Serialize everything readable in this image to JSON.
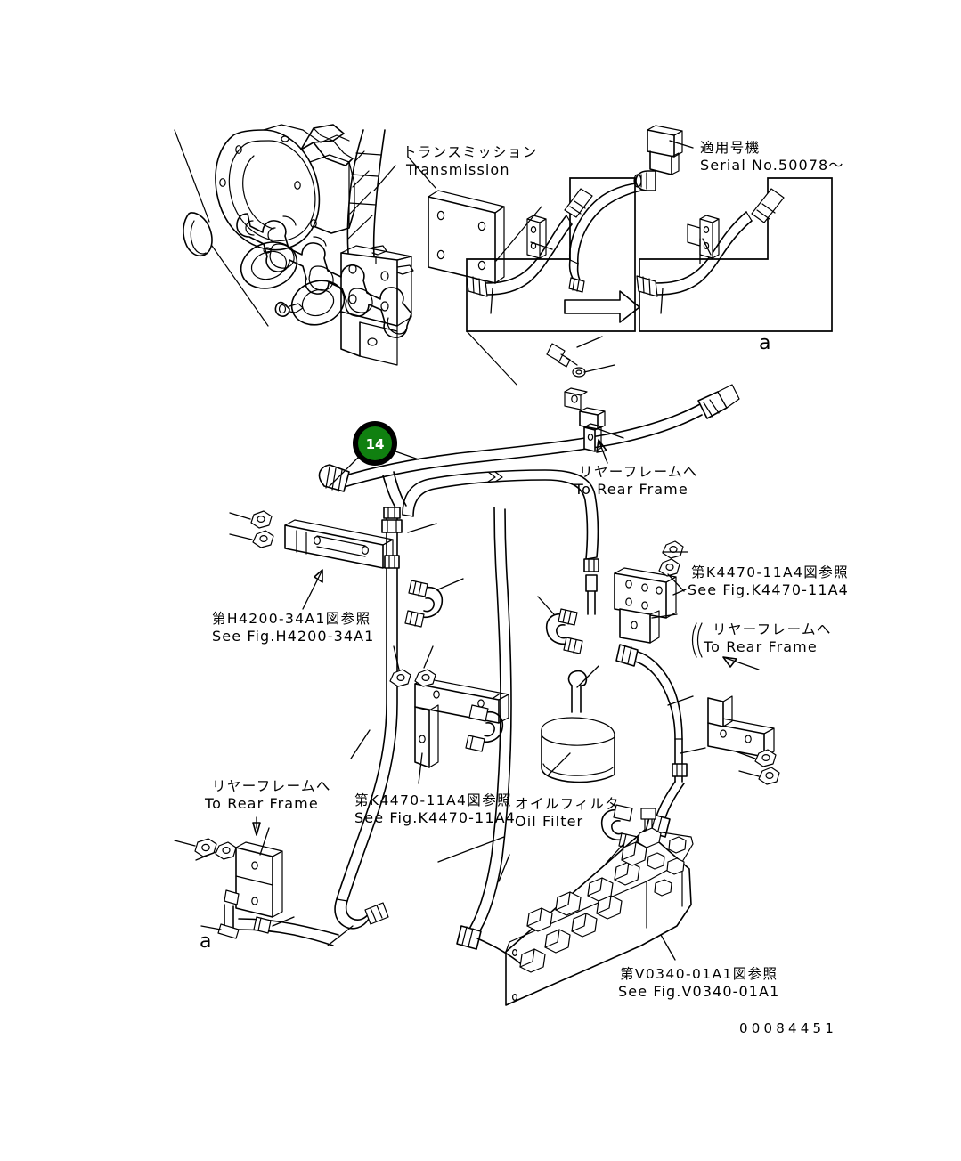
{
  "document": {
    "type": "parts-catalog-exploded-diagram",
    "drawing_number": "00084451",
    "background_color": "#ffffff",
    "line_color": "#000000"
  },
  "callout": {
    "number": "14",
    "fill_color": "#108010",
    "ring_color": "#000000",
    "text_color": "#ffffff"
  },
  "labels": {
    "transmission": {
      "jp": "トランスミッション",
      "en": "Transmission"
    },
    "serial": {
      "jp": "適用号機",
      "en": "Serial No.50078〜"
    },
    "rear_frame_upper": {
      "jp": "リヤーフレームへ",
      "en": "To Rear Frame"
    },
    "rear_frame_right": {
      "jp": "リヤーフレームへ",
      "en": "To Rear Frame"
    },
    "rear_frame_left": {
      "jp": "リヤーフレームへ",
      "en": "To Rear Frame"
    },
    "fig_h4200": {
      "jp": "第H4200-34A1図参照",
      "en": "See Fig.H4200-34A1"
    },
    "fig_k4470_right": {
      "jp": "第K4470-11A4図参照",
      "en": "See Fig.K4470-11A4"
    },
    "fig_k4470_bottom": {
      "jp": "第K4470-11A4図参照",
      "en": "See Fig.K4470-11A4"
    },
    "fig_v0340": {
      "jp": "第V0340-01A1図参照",
      "en": "See Fig.V0340-01A1"
    },
    "oil_filter": {
      "jp": "オイルフィルタ",
      "en": "Oil Filter"
    },
    "section_mark_top": "a",
    "section_mark_bottom": "a"
  }
}
